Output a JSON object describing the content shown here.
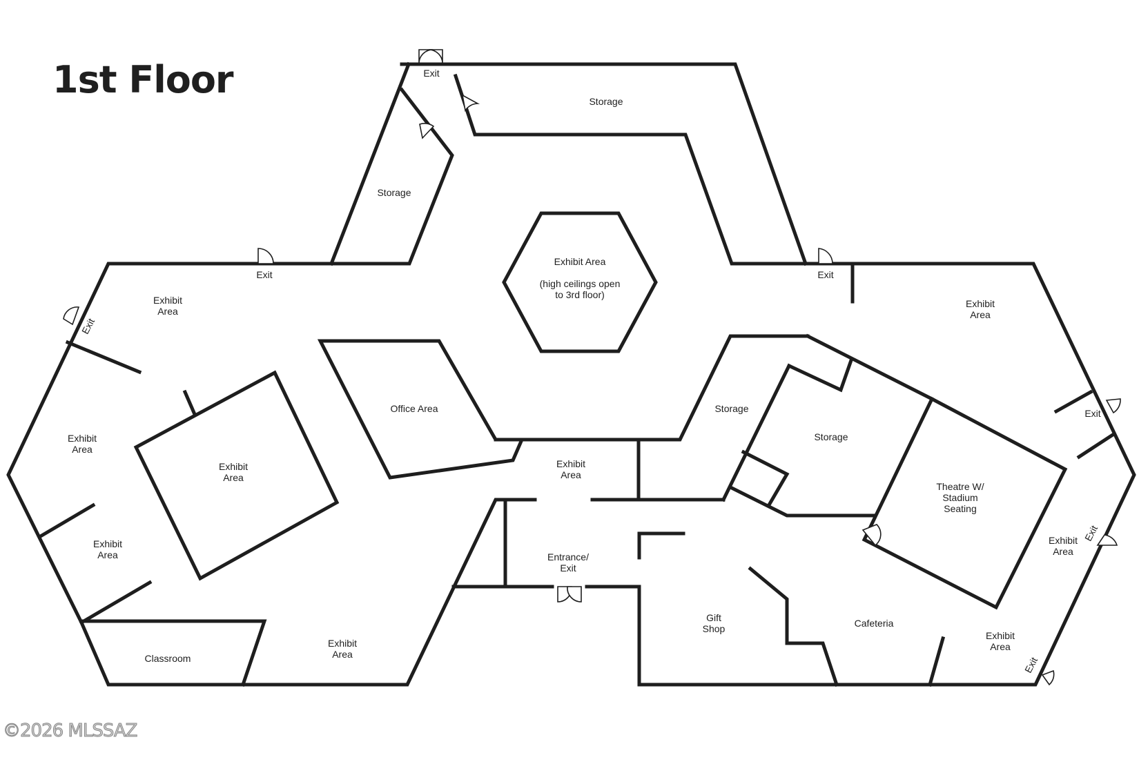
{
  "title": "1st Floor",
  "copyright": "©2026 MLSSAZ",
  "rooms": [
    {
      "id": "storage-top",
      "lines": [
        "Storage"
      ]
    },
    {
      "id": "storage-upper-left",
      "lines": [
        "Storage"
      ]
    },
    {
      "id": "exhibit-center",
      "lines": [
        "Exhibit Area",
        "",
        "(high ceilings open",
        "to 3rd floor)"
      ]
    },
    {
      "id": "exhibit-left-upper",
      "lines": [
        "Exhibit",
        "Area"
      ]
    },
    {
      "id": "exhibit-right-upper",
      "lines": [
        "Exhibit",
        "Area"
      ]
    },
    {
      "id": "office",
      "lines": [
        "Office Area"
      ]
    },
    {
      "id": "storage-mid",
      "lines": [
        "Storage"
      ]
    },
    {
      "id": "storage-right",
      "lines": [
        "Storage"
      ]
    },
    {
      "id": "exhibit-far-left",
      "lines": [
        "Exhibit",
        "Area"
      ]
    },
    {
      "id": "exhibit-square",
      "lines": [
        "Exhibit",
        "Area"
      ]
    },
    {
      "id": "exhibit-center-lower",
      "lines": [
        "Exhibit",
        "Area"
      ]
    },
    {
      "id": "theatre",
      "lines": [
        "Theatre W/",
        "Stadium",
        "Seating"
      ]
    },
    {
      "id": "exhibit-left-lower",
      "lines": [
        "Exhibit",
        "Area"
      ]
    },
    {
      "id": "entrance",
      "lines": [
        "Entrance/",
        "Exit"
      ]
    },
    {
      "id": "exhibit-right-lower",
      "lines": [
        "Exhibit",
        "Area"
      ]
    },
    {
      "id": "gift-shop",
      "lines": [
        "Gift",
        "Shop"
      ]
    },
    {
      "id": "cafeteria",
      "lines": [
        "Cafeteria"
      ]
    },
    {
      "id": "exhibit-bottom-right",
      "lines": [
        "Exhibit",
        "Area"
      ]
    },
    {
      "id": "classroom",
      "lines": [
        "Classroom"
      ]
    },
    {
      "id": "exhibit-bottom",
      "lines": [
        "Exhibit",
        "Area"
      ]
    }
  ],
  "exits": [
    {
      "id": "exit-top",
      "label": "Exit"
    },
    {
      "id": "exit-left-top",
      "label": "Exit"
    },
    {
      "id": "exit-left-diagonal",
      "label": "Exit"
    },
    {
      "id": "exit-center-right",
      "label": "Exit"
    },
    {
      "id": "exit-right-upper",
      "label": "Exit"
    },
    {
      "id": "exit-right-lower",
      "label": "Exit"
    },
    {
      "id": "exit-bottom-right",
      "label": "Exit"
    }
  ]
}
